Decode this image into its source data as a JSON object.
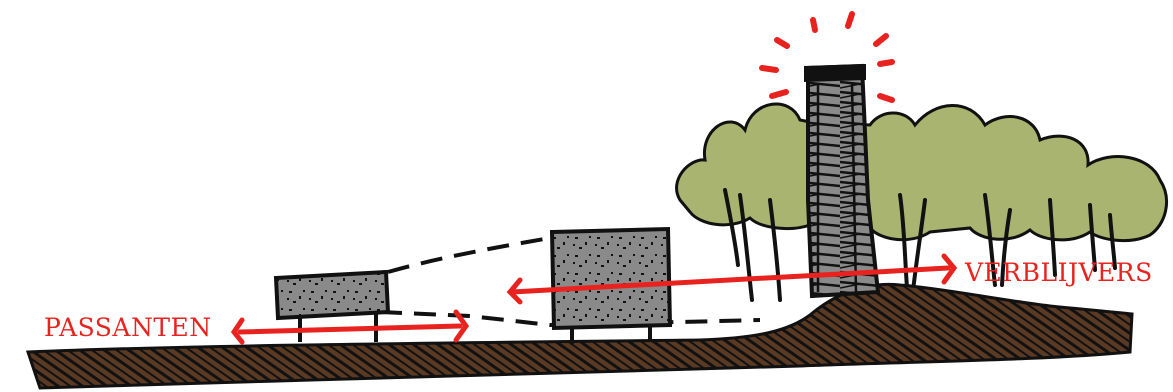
{
  "labels": {
    "passanten": "PASSANTEN",
    "verblijvers": "VERBLIJVERS"
  },
  "colors": {
    "accent_red": "#e8231f",
    "foliage_green": "#a8b46f",
    "ground_brown": "#5b3a24",
    "panel_grey": "#8a8a8a",
    "outline": "#111111"
  },
  "icons": [
    "ground",
    "tree-canopy",
    "tree-trunks",
    "signal-tower",
    "tower-signal-rays",
    "small-billboard",
    "large-billboard",
    "sightline",
    "distance-arrow"
  ]
}
